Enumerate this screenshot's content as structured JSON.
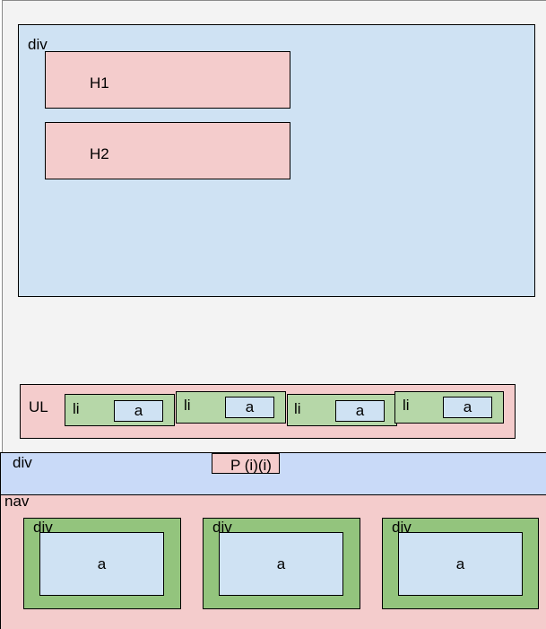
{
  "top_div": {
    "label": "div",
    "h1": "H1",
    "h2": "H2"
  },
  "list": {
    "ul_label": "UL",
    "items": [
      {
        "li": "li",
        "a": "a"
      },
      {
        "li": "li",
        "a": "a"
      },
      {
        "li": "li",
        "a": "a"
      },
      {
        "li": "li",
        "a": "a"
      }
    ]
  },
  "mid_div": {
    "label": "div",
    "p": "P (i)(i)"
  },
  "nav": {
    "label": "nav",
    "items": [
      {
        "div": "div",
        "a": "a"
      },
      {
        "div": "div",
        "a": "a"
      },
      {
        "div": "div",
        "a": "a"
      }
    ]
  },
  "colors": {
    "blue_light": "#cfe2f3",
    "pink": "#f4cccc",
    "green_light": "#b6d7a8",
    "green": "#93c47d",
    "blue_mid": "#c9daf8",
    "frame": "#f3f3f3"
  }
}
